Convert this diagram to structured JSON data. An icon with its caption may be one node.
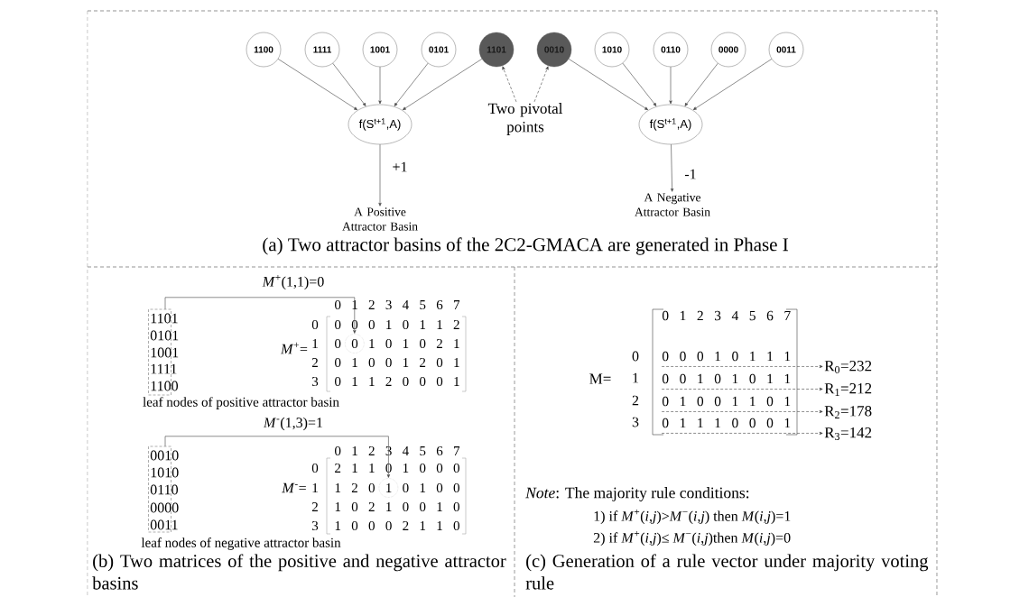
{
  "diagram": {
    "nodes": [
      {
        "text": [
          "1100"
        ]
      },
      {
        "text": [
          "1111"
        ]
      },
      {
        "text": [
          "1001"
        ]
      },
      {
        "text": [
          "0101"
        ]
      },
      {
        "text": [
          "1101"
        ]
      },
      {
        "text": [
          "0010"
        ]
      },
      {
        "text": [
          "1010"
        ]
      },
      {
        "text": [
          "0110"
        ]
      },
      {
        "text": [
          "0000"
        ]
      },
      {
        "text": [
          "0011"
        ]
      },
      {
        "text": [
          "f(S$^{t+1}$,A)"
        ]
      },
      {
        "text": [
          "f(S$^{t+1}$,A)"
        ]
      },
      {
        "text": [
          "A Positive Attractor Basin"
        ]
      },
      {
        "text": [
          "A Negative Attractor Basin"
        ]
      },
      {
        "text": [
          "Two pivotal points"
        ]
      },
      {
        "text": [],
        "shape": "box",
        "beside": [
          "leaf nodes of positive attractor basin"
        ]
      },
      {
        "text": [],
        "shape": "circle"
      },
      {
        "text": [],
        "shape": "box",
        "beside": [
          "leaf nodes of negative attractor basin"
        ]
      },
      {
        "text": [],
        "shape": "circle"
      },
      {
        "text": [
          "R$_{0}$=232"
        ]
      },
      {
        "text": [
          "R$_{1}$=212"
        ]
      },
      {
        "text": [
          "R$_{2}$=178"
        ]
      },
      {
        "text": [
          "R$_{3}$=142"
        ]
      },
      {
        "text": [
          "0 0 0 1 0 1 1 1"
        ]
      },
      {
        "text": [
          "0 0 1 0 1 0 1 1"
        ]
      },
      {
        "text": [
          "0 1 0 0 1 1 0 1"
        ]
      },
      {
        "text": [
          "0 1 1 1 0 0 0 1"
        ]
      }
    ],
    "edges": [
      {
        "from": 0,
        "to": 10,
        "arrow": "to"
      },
      {
        "from": 1,
        "to": 10,
        "arrow": "to"
      },
      {
        "from": 2,
        "to": 10,
        "arrow": "to"
      },
      {
        "from": 3,
        "to": 10,
        "arrow": "to"
      },
      {
        "from": 4,
        "to": 10,
        "arrow": "to"
      },
      {
        "from": 5,
        "to": 11,
        "arrow": "to"
      },
      {
        "from": 6,
        "to": 11,
        "arrow": "to"
      },
      {
        "from": 7,
        "to": 11,
        "arrow": "to"
      },
      {
        "from": 8,
        "to": 11,
        "arrow": "to"
      },
      {
        "from": 9,
        "to": 11,
        "arrow": "to"
      },
      {
        "from": 10,
        "to": 12,
        "arrow": "to",
        "label": "+1"
      },
      {
        "from": 11,
        "to": 13,
        "arrow": "to",
        "label": "-1"
      },
      {
        "from": 14,
        "to": 4,
        "arrow": "to",
        "style": "dashed"
      },
      {
        "from": 14,
        "to": 5,
        "arrow": "to",
        "style": "dashed"
      },
      {
        "from": 15,
        "to": 16,
        "arrow": "to",
        "label": "*M*$^{+}$(1,1)=0"
      },
      {
        "from": 17,
        "to": 18,
        "arrow": "to",
        "label": "*M*$^{-}$(1,3)=1"
      },
      {
        "from": 23,
        "to": 19,
        "arrow": "to",
        "style": "dashed"
      },
      {
        "from": 24,
        "to": 20,
        "arrow": "to",
        "style": "dashed"
      },
      {
        "from": 25,
        "to": 21,
        "arrow": "to",
        "style": "dashed"
      },
      {
        "from": 26,
        "to": 22,
        "arrow": "to",
        "style": "dashed"
      }
    ],
    "labels": [
      "(a) Two attractor basins of the 2C2-GMACA are generated in Phase I",
      "1101",
      "0101",
      "1001",
      "1111",
      "1100",
      "0 1 2 3 4 5 6 7",
      "0",
      "1",
      "2",
      "3",
      "*M*$^{+}$=",
      "0 0 0 1 0 1 1 2",
      "0 0 1 0 1 0 2 1",
      "0 1 0 0 1 2 0 1",
      "0 1 1 2 0 0 0 1",
      "0010",
      "1010",
      "0110",
      "0000",
      "0011",
      "0 1 2 3 4 5 6 7",
      "0",
      "1",
      "2",
      "3",
      "*M*$^{-}$=",
      "2 1 1 0 1 0 0 0",
      "1 2 0 1 0 1 0 0",
      "1 0 2 1 0 0 1 0",
      "1 0 0 0 2 1 1 0",
      "(b) Two matrices of the positive and negative attractor basins",
      "0 1 2 3 4 5 6 7",
      "0",
      "1",
      "2",
      "3",
      "M=",
      "*Note*: The majority rule conditions:",
      "1) if *M*$^{+}$(*i*,*j*)>*M*$^{−}$(*i*,*j*) then *M*(*i*,*j*)=1",
      "2) if *M*$^{+}$(*i*,*j*)≤ *M*$^{−}$(*i*,*j*)then *M*(*i*,*j*)=0",
      "(c) Generation of a rule vector under majority voting rule"
    ]
  }
}
